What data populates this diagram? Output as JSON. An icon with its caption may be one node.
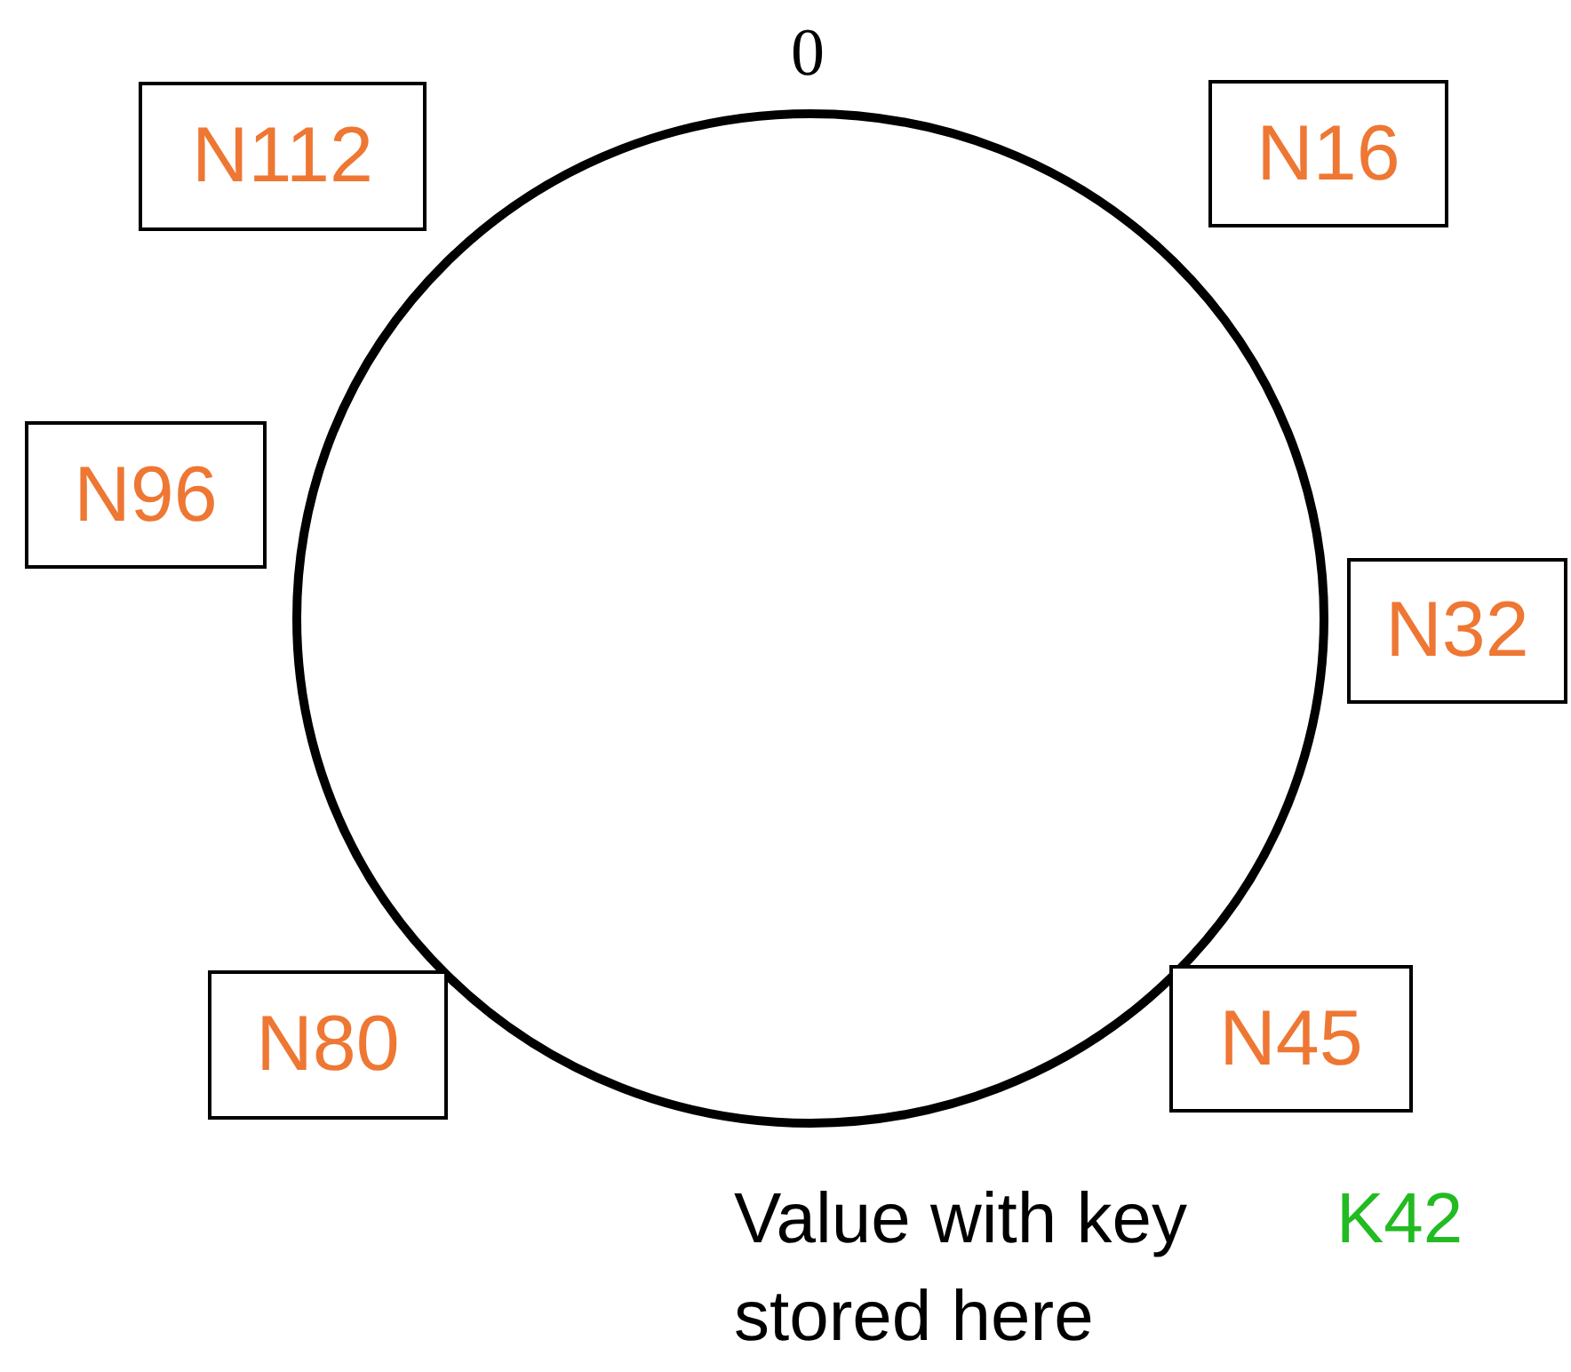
{
  "diagram": {
    "nodes": [
      {
        "text": [
          "N112"
        ]
      },
      {
        "text": [
          "N16"
        ]
      },
      {
        "text": [
          "N96"
        ]
      },
      {
        "text": [
          "N32"
        ]
      },
      {
        "text": [
          "N80"
        ]
      },
      {
        "text": [
          "N45"
        ]
      }
    ],
    "edges": [],
    "labels": [
      "0",
      "Value with key",
      "K42",
      "stored here"
    ]
  }
}
